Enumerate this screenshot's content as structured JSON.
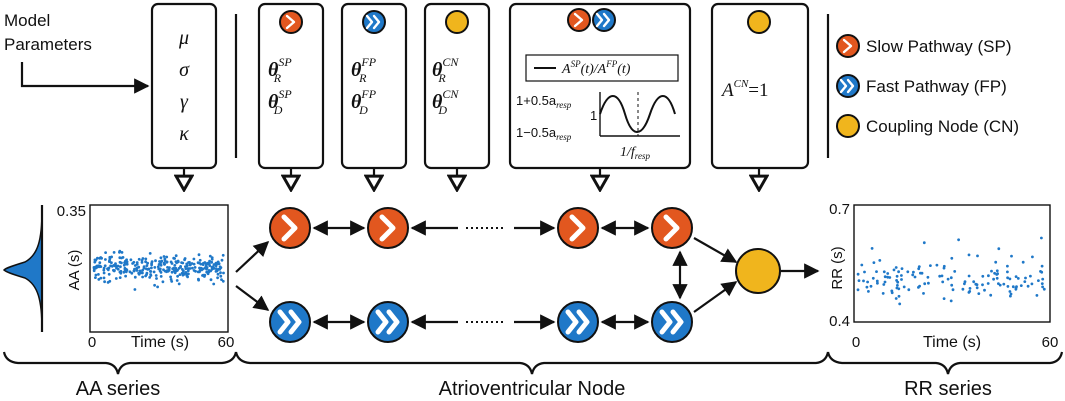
{
  "model_parameters_label": [
    "Model",
    "Parameters"
  ],
  "parameter_symbols": [
    "μ",
    "σ",
    "γ",
    "κ"
  ],
  "theta": "θ",
  "sp_sup": "SP",
  "fp_sup": "FP",
  "cn_sup": "CN",
  "sub_R": "R",
  "sub_D": "D",
  "ratio_legend": {
    "A1": "A",
    "sup1": "SP",
    "t1": "(t)/",
    "A2": "A",
    "sup2": "FP",
    "t2": "(t)"
  },
  "resp_axis": {
    "top_label": "1+0.5a",
    "bottom_label": "1−0.5a",
    "resp_sub": "resp",
    "one": "1",
    "freq_label": "1/f",
    "freq_sub": "resp"
  },
  "cn_equation": {
    "A": "A",
    "sup": "CN",
    "rhs": "=1"
  },
  "legend": [
    {
      "name": "Slow Pathway (SP)",
      "type": "sp"
    },
    {
      "name": "Fast Pathway (FP)",
      "type": "fp"
    },
    {
      "name": "Coupling Node (CN)",
      "type": "cn"
    }
  ],
  "aa_plot": {
    "ytick_top": "0.35",
    "ylabel": "AA (s)",
    "xtick_left": "0",
    "xtick_right": "60",
    "xlabel": "Time (s)"
  },
  "rr_plot": {
    "ytick_top": "0.7",
    "ytick_bottom": "0.4",
    "ylabel": "RR (s)",
    "xtick_left": "0",
    "xtick_right": "60",
    "xlabel": "Time (s)"
  },
  "section_labels": {
    "aa": "AA series",
    "av": "Atrioventricular Node",
    "rr": "RR series"
  },
  "colors": {
    "slow_pathway": "#e2571f",
    "fast_pathway": "#1f78c8",
    "coupling_node": "#f0b51d",
    "scatter": "#1f78c8"
  }
}
